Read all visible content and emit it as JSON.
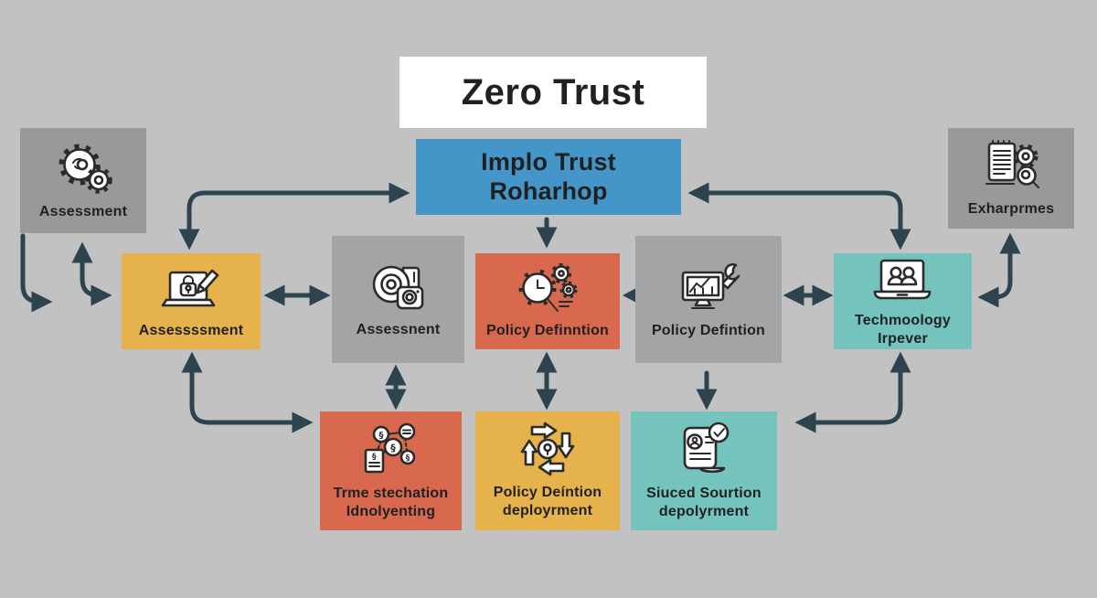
{
  "title": {
    "label": "Zero Trust"
  },
  "colors": {
    "background": "#c2c2c2",
    "arrow": "#2d4350",
    "title_bg": "#ffffff",
    "blue": "#4596c8",
    "yellow": "#e6b24c",
    "red": "#d8694f",
    "teal": "#74c3bd",
    "gray_dark": "#98999b",
    "gray_light": "#a3a4a6",
    "text": "#1f2022"
  },
  "nodes": {
    "main": {
      "label": "Implo Trust Roharhop"
    },
    "assessment_left": {
      "label": "Assessment",
      "icon": "gears-icon"
    },
    "enterprise_right": {
      "label": "Exharprmes",
      "icon": "document-gear-magnifier-icon"
    },
    "assessment_yellow": {
      "label": "Assessssment",
      "icon": "laptop-lock-pencil-icon"
    },
    "assessment_gray": {
      "label": "Assessnent",
      "icon": "camera-disc-icon"
    },
    "policy_definition_red": {
      "label": "Policy Definntion",
      "icon": "magnifier-clock-gears-icon"
    },
    "policy_definition_gray": {
      "label": "Policy Defintion",
      "icon": "monitor-chart-wrench-icon"
    },
    "technology_teal": {
      "label": "Techmoology Irpever",
      "icon": "laptop-people-icon"
    },
    "integration_red": {
      "label": "Trme stechation Idnolyenting",
      "icon": "network-nodes-icon"
    },
    "deployment_yellow": {
      "label": "Policy Deíntion deployrment",
      "icon": "circular-arrows-icon"
    },
    "solution_teal": {
      "label": "Siuced Sourtion depolyrment",
      "icon": "document-person-check-icon"
    }
  }
}
